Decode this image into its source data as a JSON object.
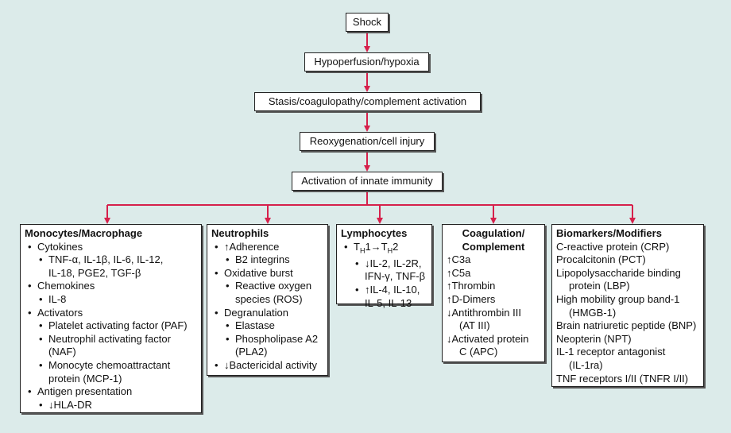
{
  "flow": {
    "shock": "Shock",
    "hypoperfusion": "Hypoperfusion/hypoxia",
    "stasis": "Stasis/coagulopathy/complement activation",
    "reoxygenation": "Reoxygenation/cell injury",
    "innate": "Activation of innate immunity"
  },
  "mono": {
    "title": "Monocytes/Macrophage",
    "cytokines": "Cytokines",
    "cytokine_list_1": "TNF-α, IL-1β, IL-6, IL-12,",
    "cytokine_list_2": "IL-18, PGE2, TGF-β",
    "chemokines": "Chemokines",
    "il8": "IL-8",
    "activators": "Activators",
    "paf": "Platelet activating factor (PAF)",
    "naf_1": "Neutrophil activating factor",
    "naf_2": "(NAF)",
    "mcp_1": "Monocyte chemoattractant",
    "mcp_2": "protein (MCP-1)",
    "antigen": "Antigen presentation",
    "hla": "↓HLA-DR"
  },
  "neut": {
    "title": "Neutrophils",
    "adherence": "↑Adherence",
    "b2": "B2 integrins",
    "oxidative": "Oxidative burst",
    "ros_1": "Reactive oxygen",
    "ros_2": "species (ROS)",
    "degran": "Degranulation",
    "elastase": "Elastase",
    "pla2_1": "Phospholipase A2",
    "pla2_2": "(PLA2)",
    "bactericidal": "↓Bactericidal activity"
  },
  "lymph": {
    "title": "Lymphocytes",
    "th_a": "T",
    "th_a_sub": "H",
    "th_b": "1→T",
    "th_b_sub": "H",
    "th_c": "2",
    "down_1": "↓IL-2, IL-2R,",
    "down_2": "IFN-γ, TNF-β",
    "up_1": "↑IL-4, IL-10,",
    "up_2": "IL-5, IL-13"
  },
  "coag": {
    "title_1": "Coagulation/",
    "title_2": "Complement",
    "c3a": "↑C3a",
    "c5a": "↑C5a",
    "thrombin": "↑Thrombin",
    "ddimer": "↑D-Dimers",
    "at3_1": "↓Antithrombin III",
    "at3_2": "(AT III)",
    "apc_1": "↓Activated protein",
    "apc_2": "C (APC)"
  },
  "bio": {
    "title": "Biomarkers/Modifiers",
    "crp": "C-reactive protein (CRP)",
    "pct": "Procalcitonin (PCT)",
    "lbp_1": "Lipopolysaccharide binding",
    "lbp_2": "protein (LBP)",
    "hmgb_1": "High mobility group band-1",
    "hmgb_2": "(HMGB-1)",
    "bnp": "Brain natriuretic peptide (BNP)",
    "npt": "Neopterin (NPT)",
    "il1ra_1": "IL-1 receptor antagonist",
    "il1ra_2": "(IL-1ra)",
    "tnfr": "TNF receptors I/II (TNFR I/II)"
  },
  "colors": {
    "arrow": "#d6204b",
    "background": "#dcebea",
    "border": "#222222"
  }
}
